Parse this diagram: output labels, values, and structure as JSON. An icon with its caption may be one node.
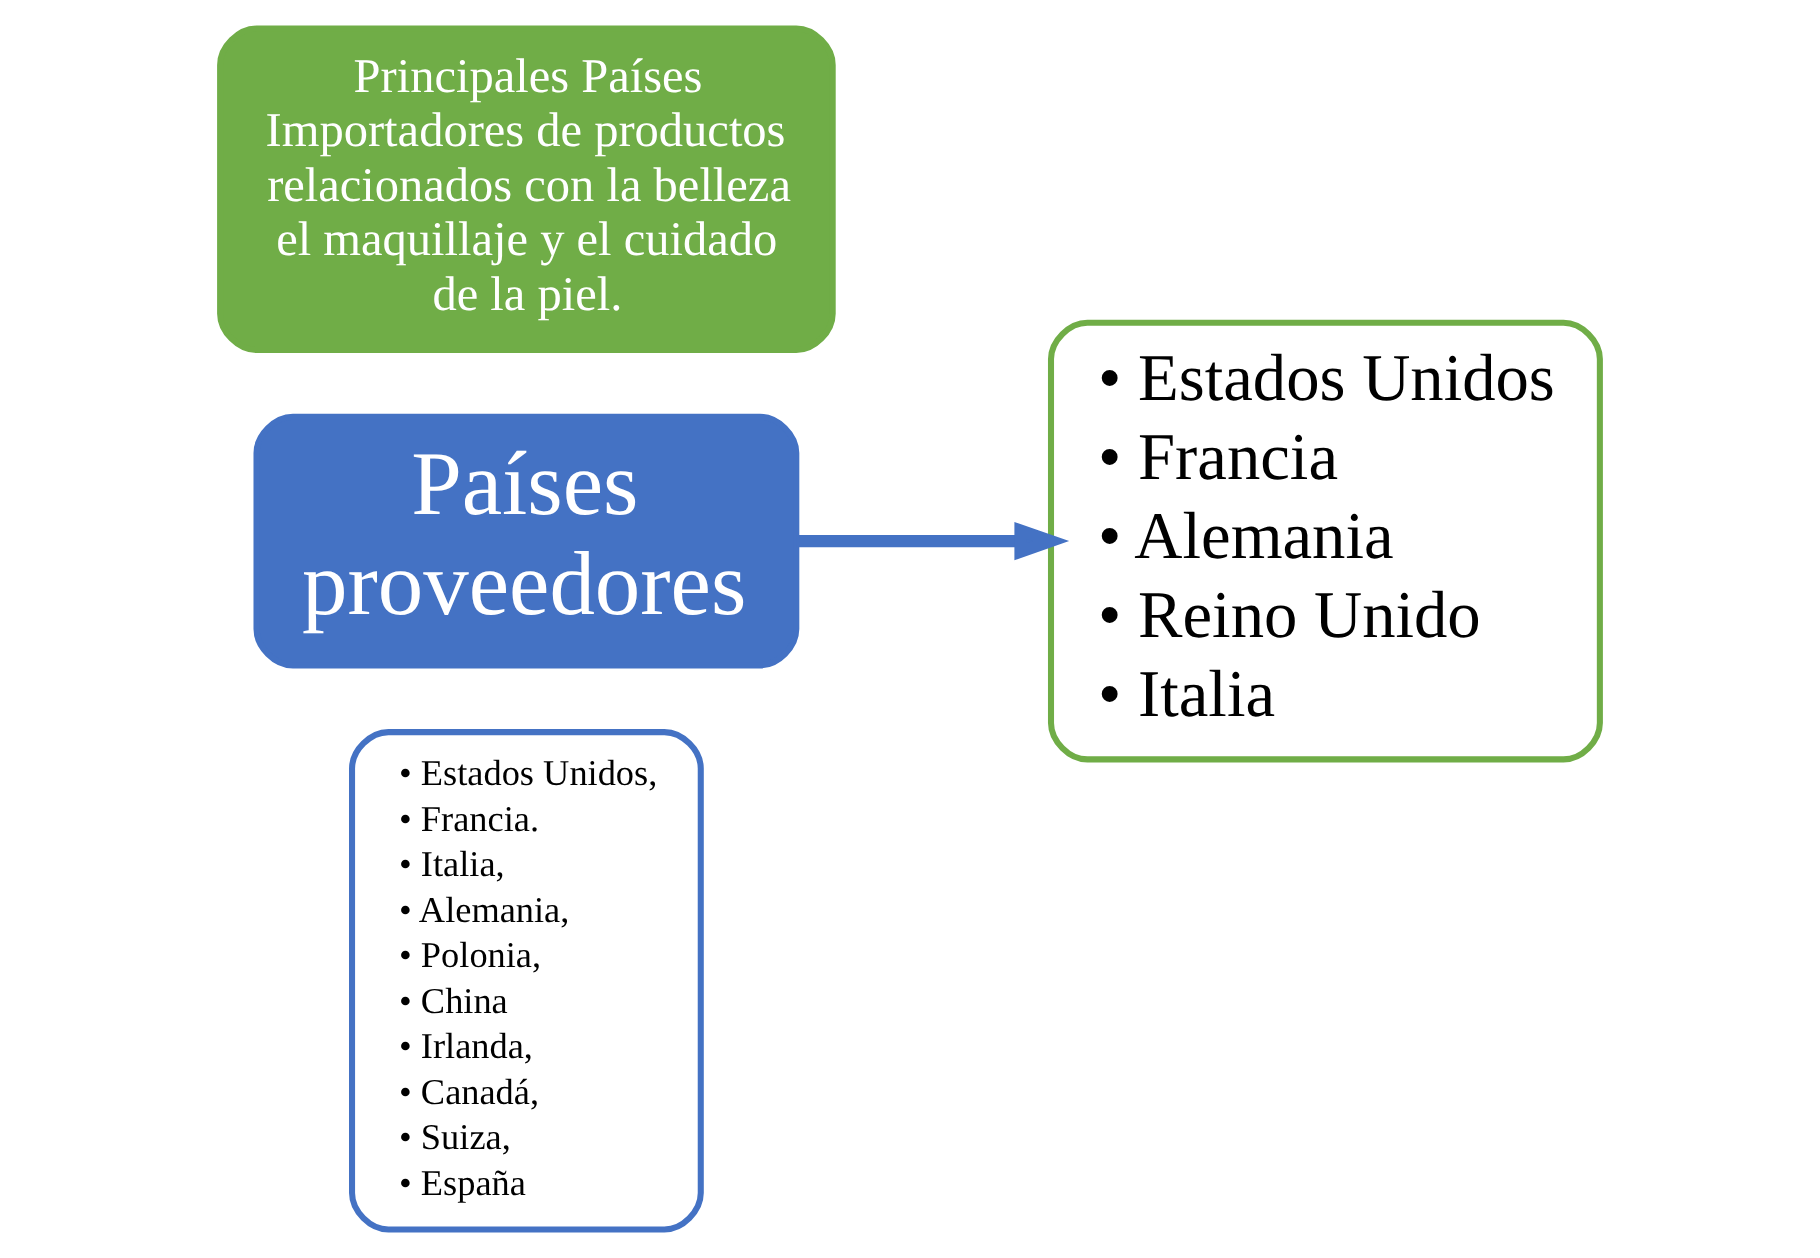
{
  "diagram": {
    "nodes": [
      {
        "text": [
          "• Estados Unidos,",
          "• Francia.",
          "• Italia,",
          "• Alemania,",
          "• Polonia,",
          "• China",
          "• Irlanda,",
          "• Canadá,",
          "• Suiza,",
          "• España"
        ]
      },
      {
        "text": [
          "Países proveedores"
        ]
      },
      {
        "text": [
          "Principales Países Importadores de productos relacionados con la belleza el maquillaje y el cuidado de la piel."
        ]
      },
      {
        "text": [
          "• Estados Unidos",
          "• Francia",
          "• Alemania",
          "• Reino Unido",
          "• Italia"
        ]
      }
    ],
    "edges": [
      {
        "from": 1,
        "to": 3,
        "arrow": "to"
      }
    ]
  }
}
